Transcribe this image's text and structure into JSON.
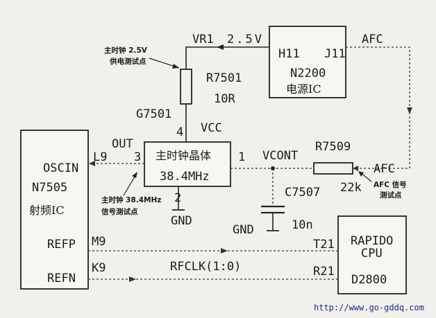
{
  "diagram": {
    "labels": {
      "vr1": "VR1",
      "v25": "2.5V",
      "h11": "H11",
      "j11": "J11",
      "afc_top": "AFC",
      "n2200": "N2200",
      "power_ic": "电源IC",
      "tp_supply_line1": "主时钟 2.5V",
      "tp_supply_line2": "供电测试点",
      "r7501": "R7501",
      "r7501_val": "10R",
      "g7501": "G7501",
      "pin4": "4",
      "vcc": "VCC",
      "out": "OUT",
      "crystal_name": "主时钟晶体",
      "crystal_freq": "38.4MHz",
      "pin3": "3",
      "pin1": "1",
      "pin2": "2",
      "gnd1": "GND",
      "l9": "L9",
      "oscin": "OSCIN",
      "n7505": "N7505",
      "rf_ic": "射频IC",
      "tp_clock_line1": "主时钟 38.4MHz",
      "tp_clock_line2": "信号测试点",
      "vcont": "VCONT",
      "r7509": "R7509",
      "r7509_val": "22k",
      "afc_mid": "AFC",
      "tp_afc_line1": "AFC 信号",
      "tp_afc_line2": "测试点",
      "c7507": "C7507",
      "c7507_val": "10n",
      "gnd2": "GND",
      "refp": "REFP",
      "m9": "M9",
      "t21": "T21",
      "rapido": "RAPIDO",
      "cpu": "CPU",
      "refn": "REFN",
      "k9": "K9",
      "rfclk": "RFCLK(1:0)",
      "r21": "R21",
      "d2800": "D2800",
      "url": "http://www.go-gddq.com"
    }
  }
}
